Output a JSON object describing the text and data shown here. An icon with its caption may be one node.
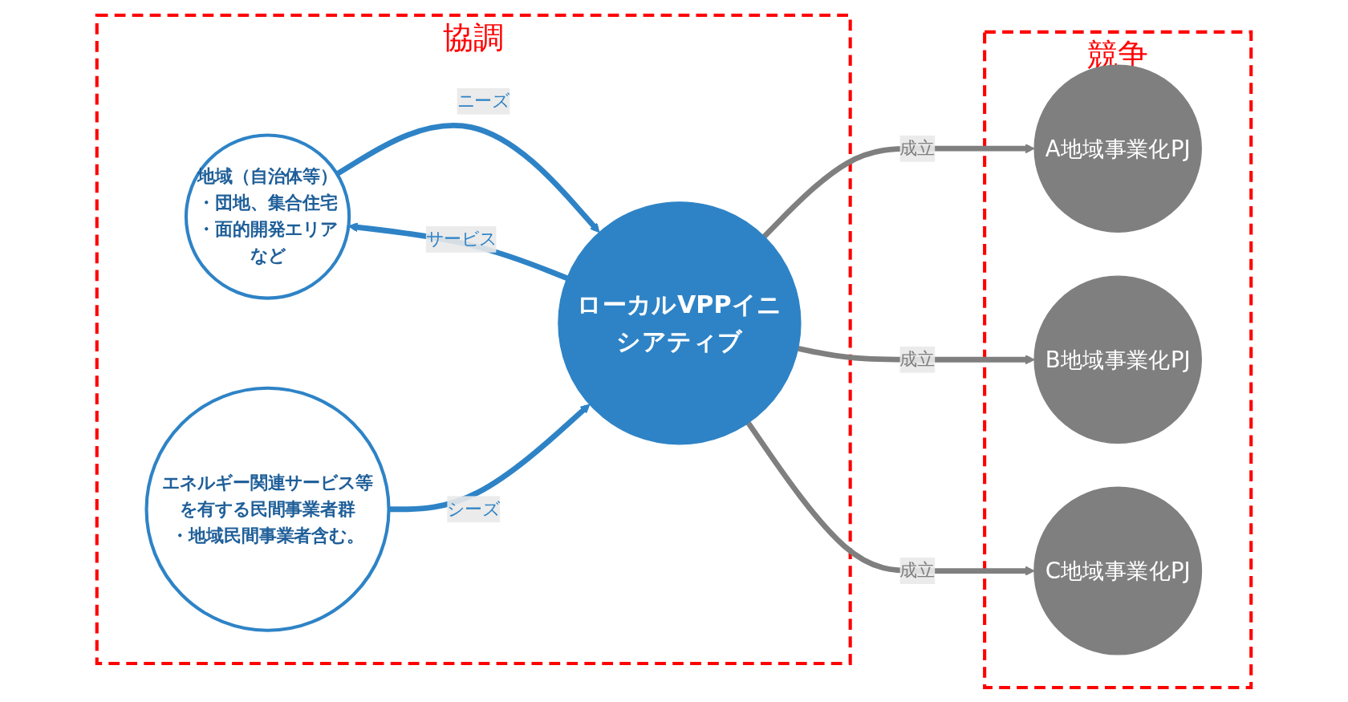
{
  "diagram": {
    "nodes": [
      {
        "text": [
          "協調"
        ]
      },
      {
        "text": [
          "地域（自治体等）",
          "・団地、集合住宅",
          "・面的開発エリア",
          "など"
        ],
        "in": 0
      },
      {
        "text": [
          "ローカルVPPイニシアティブ"
        ],
        "in": 0
      },
      {
        "text": [
          "エネルギー関連サービス等を有する民間事業者群",
          "・地域民間事業者含む。"
        ],
        "in": 0
      },
      {
        "text": [
          "競争"
        ]
      },
      {
        "text": [
          "A地域事業化PJ"
        ],
        "in": 4
      },
      {
        "text": [
          "B地域事業化PJ"
        ],
        "in": 4
      },
      {
        "text": [
          "C地域事業化PJ"
        ],
        "in": 4
      }
    ],
    "edges": [
      {
        "from": 1,
        "to": 2,
        "arrow": "to",
        "label": "ニーズ",
        "color": "#2e83c6"
      },
      {
        "from": 2,
        "to": 1,
        "arrow": "to",
        "label": "サービス",
        "color": "#2e83c6"
      },
      {
        "from": 3,
        "to": 2,
        "arrow": "to",
        "label": "シーズ",
        "color": "#2e83c6"
      },
      {
        "from": 2,
        "to": 5,
        "arrow": "to",
        "label": "成立",
        "color": "#7f7f7f"
      },
      {
        "from": 2,
        "to": 6,
        "arrow": "to",
        "label": "成立",
        "color": "#7f7f7f"
      },
      {
        "from": 2,
        "to": 7,
        "arrow": "to",
        "label": "成立",
        "color": "#7f7f7f"
      }
    ]
  }
}
